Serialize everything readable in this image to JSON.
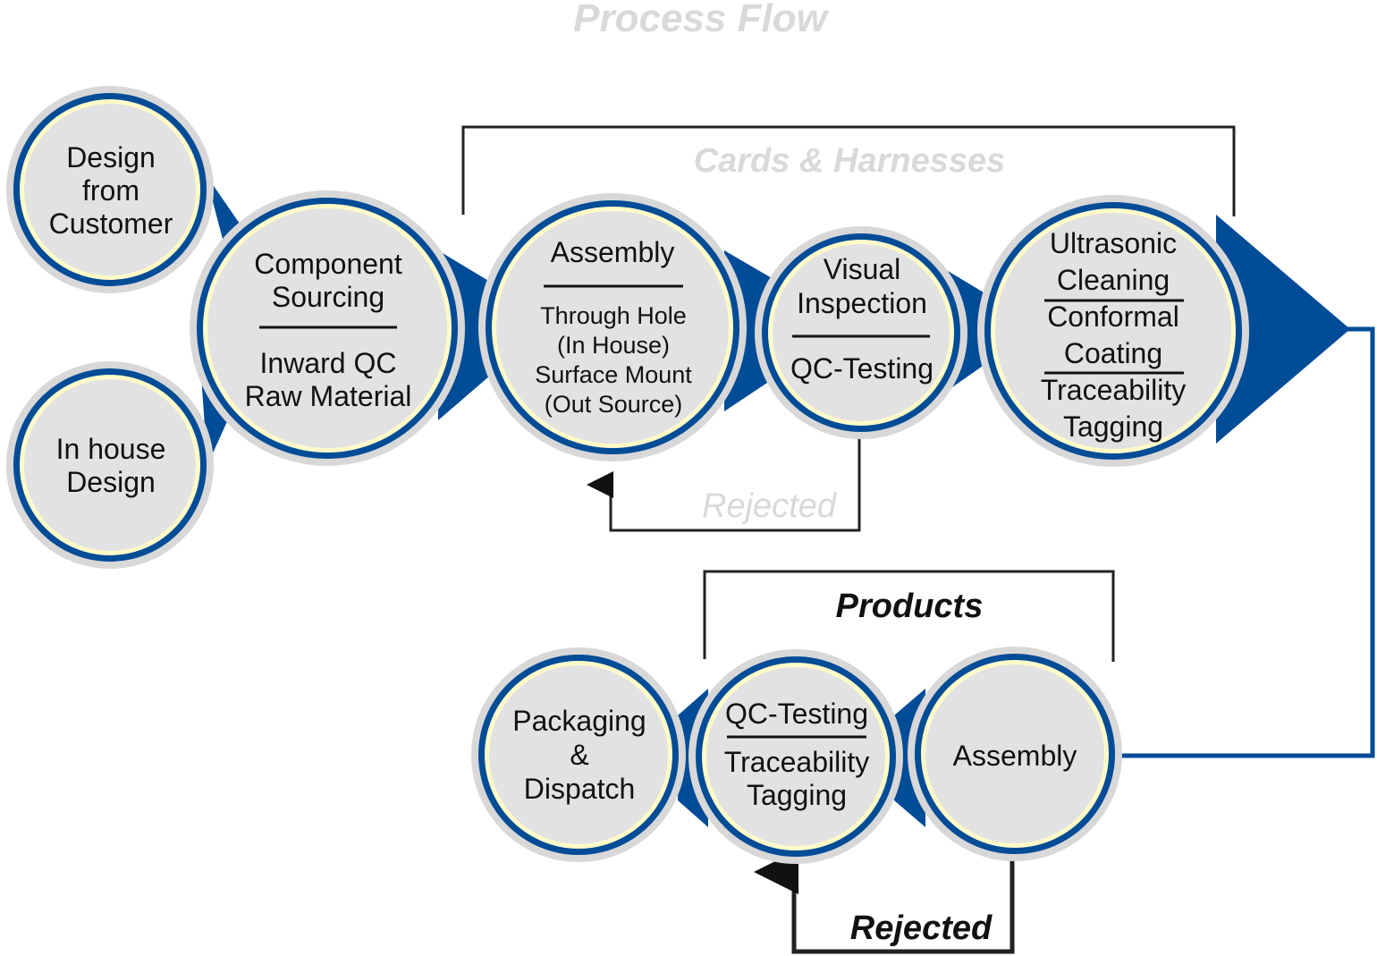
{
  "title": "Process Flow",
  "colors": {
    "blue": "#004C97",
    "circle_fill": "#E2E2E2",
    "rim_yellow": "#FFFBC8",
    "halo": "#D8D8D8",
    "line": "#222222",
    "light_text": "#D9D9D9"
  },
  "groups": {
    "cards_harnesses": "Cards & Harnesses",
    "products": "Products"
  },
  "rejected_labels": {
    "cards": "Rejected",
    "products": "Rejected"
  },
  "nodes": {
    "design_customer": {
      "lines": [
        "Design",
        "from",
        "Customer"
      ]
    },
    "inhouse_design": {
      "lines": [
        "In house",
        "Design"
      ]
    },
    "component_sourcing": {
      "top": [
        "Component",
        "Sourcing"
      ],
      "bottom": [
        "Inward QC",
        "Raw Material"
      ]
    },
    "assembly_cards": {
      "top": [
        "Assembly"
      ],
      "bottom": [
        "Through Hole",
        "(In House)",
        "Surface Mount",
        "(Out Source)"
      ]
    },
    "visual_inspection": {
      "top": [
        "Visual",
        "Inspection"
      ],
      "bottom": [
        "QC-Testing"
      ]
    },
    "ultrasonic": {
      "section1": [
        "Ultrasonic",
        "Cleaning"
      ],
      "section2": [
        "Conformal",
        "Coating"
      ],
      "section3": [
        "Traceability",
        "Tagging"
      ]
    },
    "assembly_products": {
      "lines": [
        "Assembly"
      ]
    },
    "qc_testing_products": {
      "top": [
        "QC-Testing"
      ],
      "bottom": [
        "Traceability",
        "Tagging"
      ]
    },
    "packaging": {
      "lines": [
        "Packaging",
        "&",
        "Dispatch"
      ]
    }
  }
}
